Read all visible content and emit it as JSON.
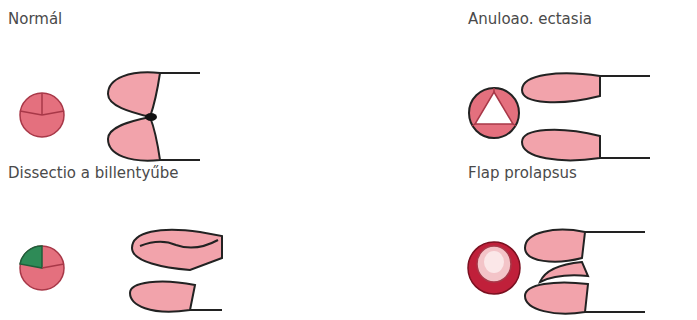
{
  "diagram": {
    "labels": [
      "Normál",
      "Anuloao. ectasia",
      "Dissectio a billentyűbe",
      "Flap prolapsus"
    ]
  }
}
